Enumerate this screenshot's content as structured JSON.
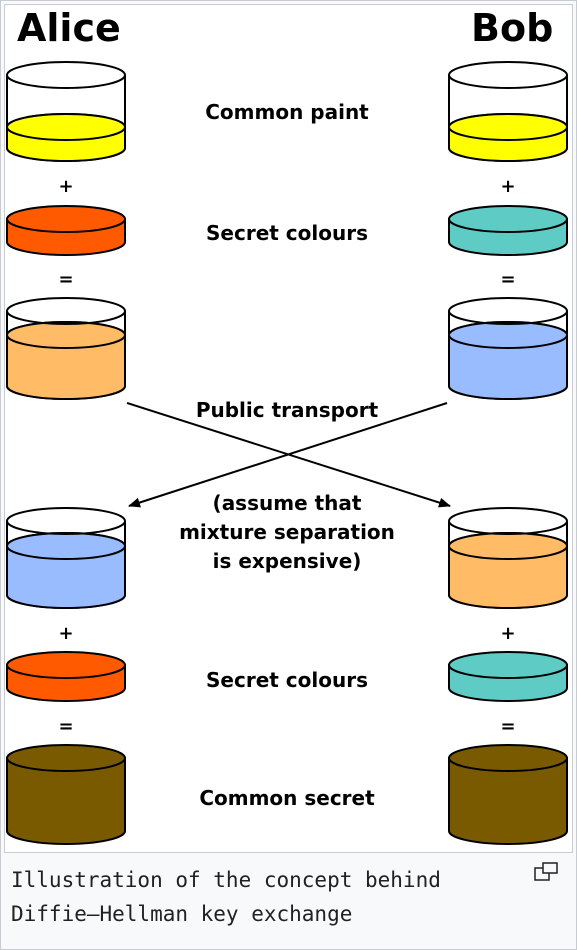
{
  "diagram": {
    "alice_title": "Alice",
    "bob_title": "Bob",
    "plus": "+",
    "equals": "=",
    "labels": {
      "common_paint": "Common paint",
      "secret_colours_top": "Secret colours",
      "public_transport": "Public transport",
      "note_line1": "(assume that",
      "note_line2": "mixture separation",
      "note_line3": "is expensive)",
      "secret_colours_bottom": "Secret colours",
      "common_secret": "Common secret"
    },
    "colors": {
      "common_paint": "#ffff00",
      "alice_secret": "#ff5a00",
      "bob_secret": "#5ecbc4",
      "alice_mix": "#ffbb66",
      "bob_mix": "#99bbff",
      "common_secret": "#7a5a00",
      "glass": "#ffffff",
      "stroke": "#000000"
    }
  },
  "caption": {
    "line1": "Illustration of the concept behind",
    "line2": "Diffie–Hellman key exchange"
  },
  "enlarge_icon": "enlarge-icon"
}
